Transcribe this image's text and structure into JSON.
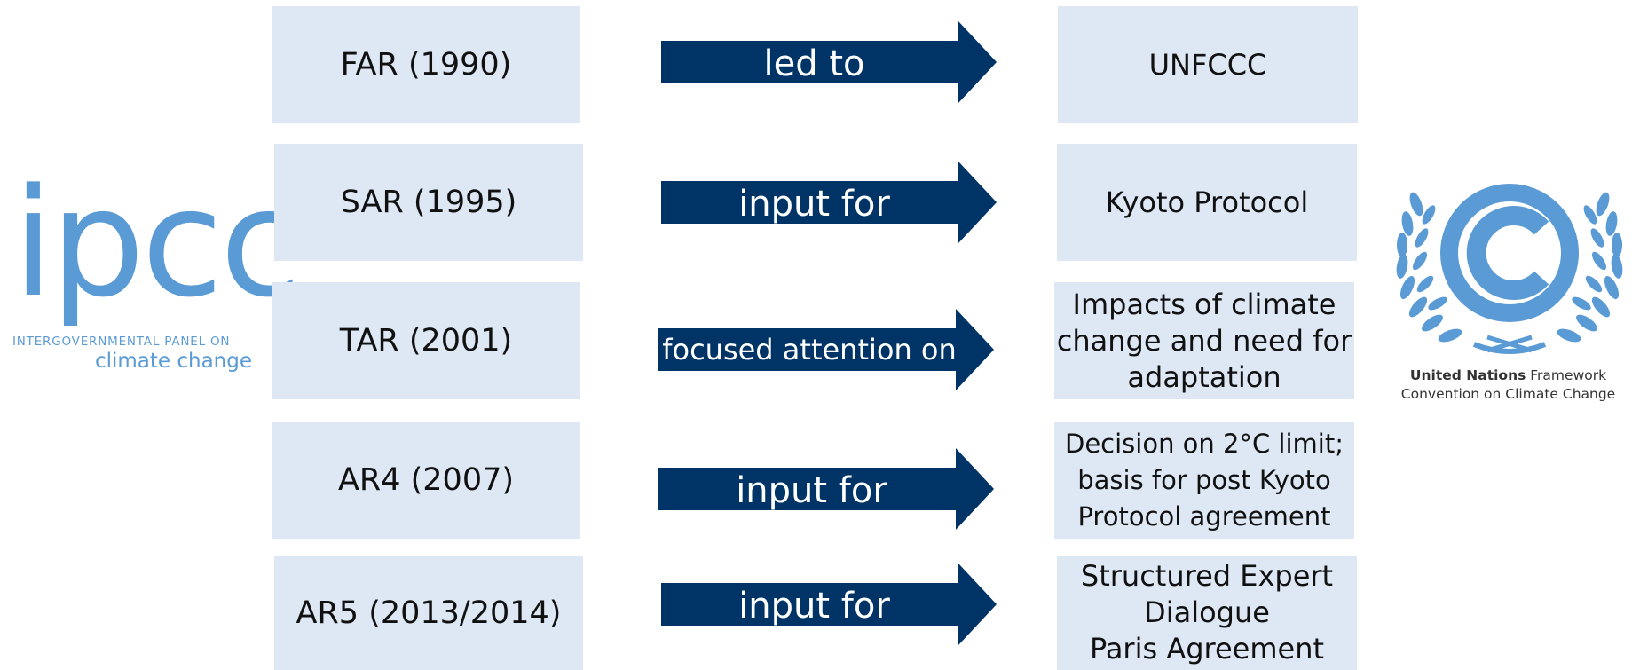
{
  "ipcc_logo": {
    "word": "ipcc",
    "line1": "INTERGOVERNMENTAL PANEL ON",
    "line2": "climate change"
  },
  "unfccc_logo": {
    "org_bold": "United Nations",
    "org_rest": " Framework",
    "line2": "Convention on Climate Change"
  },
  "colors": {
    "box_fill": "#dde8f4",
    "arrow_fill": "#003366",
    "logo_blue": "#5b9bd5"
  },
  "rows": [
    {
      "report": "FAR (1990)",
      "relation": "led to",
      "outcome": "UNFCCC"
    },
    {
      "report": "SAR (1995)",
      "relation": "input for",
      "outcome": "Kyoto Protocol"
    },
    {
      "report": "TAR (2001)",
      "relation": "focused attention on",
      "outcome": "Impacts of climate\nchange and need for\nadaptation"
    },
    {
      "report": "AR4 (2007)",
      "relation": "input for",
      "outcome": "Decision on 2°C limit;\nbasis for post Kyoto\nProtocol agreement"
    },
    {
      "report": "AR5 (2013/2014)",
      "relation": "input for",
      "outcome": "Structured Expert\nDialogue\nParis Agreement"
    }
  ]
}
